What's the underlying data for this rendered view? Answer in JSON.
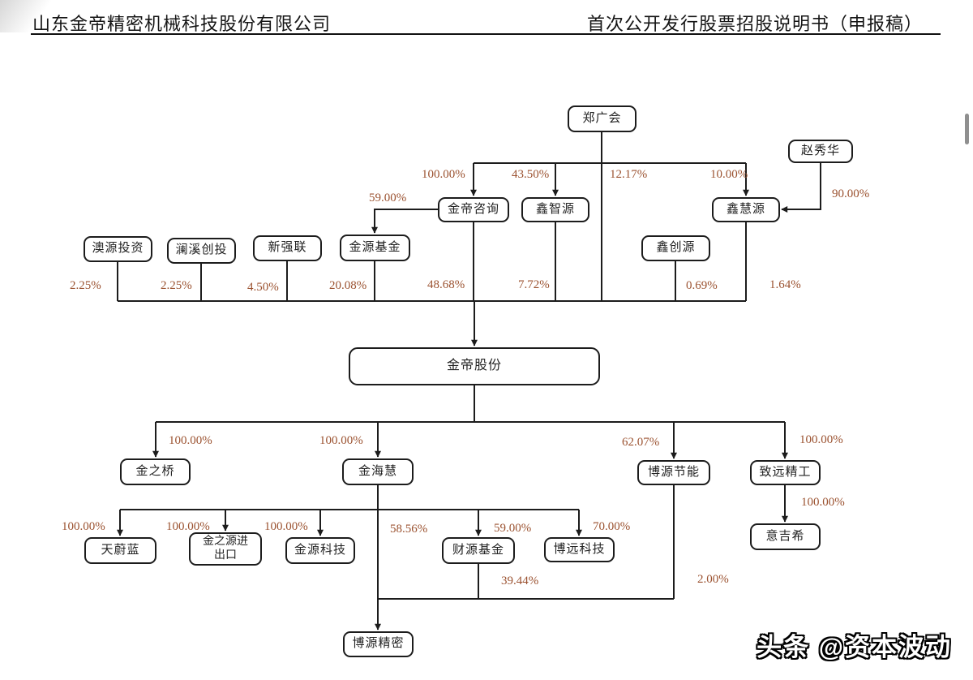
{
  "header": {
    "company": "山东金帝精密机械科技股份有限公司",
    "doc_title": "首次公开发行股票招股说明书（申报稿）"
  },
  "nodes": {
    "zheng_guang_hui": {
      "label": "郑广会"
    },
    "zhao_xiu_hua": {
      "label": "赵秀华"
    },
    "jindi_zixun": {
      "label": "金帝咨询"
    },
    "xin_zhi_yuan": {
      "label": "鑫智源"
    },
    "xin_hui_yuan": {
      "label": "鑫慧源"
    },
    "aoyuan_touzi": {
      "label": "澳源投资"
    },
    "lanxi_chuangtou": {
      "label": "澜溪创投"
    },
    "xin_qiang_lian": {
      "label": "新强联"
    },
    "jinyuan_jijin": {
      "label": "金源基金"
    },
    "xin_chuang_yuan": {
      "label": "鑫创源"
    },
    "jindi_gufen": {
      "label": "金帝股份"
    },
    "jin_zhi_qiao": {
      "label": "金之桥"
    },
    "jin_hai_hui": {
      "label": "金海慧"
    },
    "boyuan_jieneng": {
      "label": "博源节能"
    },
    "zhiyuan_jinggong": {
      "label": "致远精工"
    },
    "yi_ji_xi": {
      "label": "意吉希"
    },
    "tian_wei_lan": {
      "label": "天蔚蓝"
    },
    "jinzhiyuan_jinchukou": {
      "label": "金之源进出口",
      "line1": "金之源进",
      "line2": "出口"
    },
    "jinyuan_keji": {
      "label": "金源科技"
    },
    "caiyuan_jijin": {
      "label": "财源基金"
    },
    "boyuan_keji": {
      "label": "博远科技"
    },
    "boyuan_jingmi": {
      "label": "博源精密"
    }
  },
  "percents": {
    "zgh_to_jindi_zixun": "100.00%",
    "zgh_to_xin_zhi_yuan": "43.50%",
    "zgh_to_jindi_gufen": "12.17%",
    "zgh_to_xin_hui_yuan": "10.00%",
    "zxh_to_xin_hui_yuan": "90.00%",
    "jindi_zixun_to_jinyuan_jijin": "59.00%",
    "aoyuan_touzi_to_jindi_gufen": "2.25%",
    "lanxi_chuangtou_to_jindi_gufen": "2.25%",
    "xin_qiang_lian_to_jindi_gufen": "4.50%",
    "jinyuan_jijin_to_jindi_gufen": "20.08%",
    "jindi_zixun_to_jindi_gufen": "48.68%",
    "xin_zhi_yuan_to_jindi_gufen": "7.72%",
    "xin_chuang_yuan_to_jindi_gufen": "0.69%",
    "xin_hui_yuan_to_jindi_gufen": "1.64%",
    "jindi_gufen_to_jin_zhi_qiao": "100.00%",
    "jindi_gufen_to_jin_hai_hui": "100.00%",
    "jindi_gufen_to_boyuan_jieneng": "62.07%",
    "jindi_gufen_to_zhiyuan_jinggong": "100.00%",
    "zhiyuan_jinggong_to_yi_ji_xi": "100.00%",
    "jin_hai_hui_to_tian_wei_lan": "100.00%",
    "jin_hai_hui_to_jinzhiyuan_jinchukou": "100.00%",
    "jin_hai_hui_to_jinyuan_keji": "100.00%",
    "jin_hai_hui_to_boyuan_jingmi": "58.56%",
    "jin_hai_hui_to_caiyuan_jijin": "59.00%",
    "jin_hai_hui_to_boyuan_keji": "70.00%",
    "caiyuan_jijin_to_boyuan_jingmi": "39.44%",
    "boyuan_jieneng_to_boyuan_jingmi": "2.00%"
  },
  "watermark": {
    "text": "头条 @资本波动"
  },
  "colors": {
    "percent": "#9b5230",
    "line": "#1c1c1c"
  }
}
